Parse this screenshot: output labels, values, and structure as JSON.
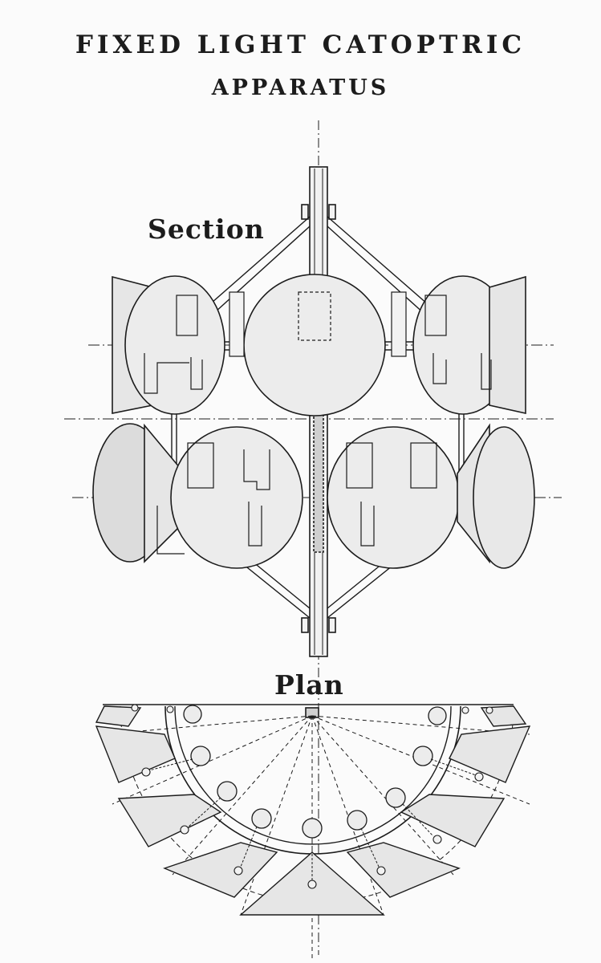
{
  "title": {
    "line1": "FIXED LIGHT CATOPTRIC",
    "line2": "APPARATUS"
  },
  "views": {
    "section_label": "Section",
    "plan_label": "Plan"
  },
  "colors": {
    "ink": "#1c1c1c",
    "paper": "#fbfbfb",
    "fill": "#e6e6e6"
  }
}
